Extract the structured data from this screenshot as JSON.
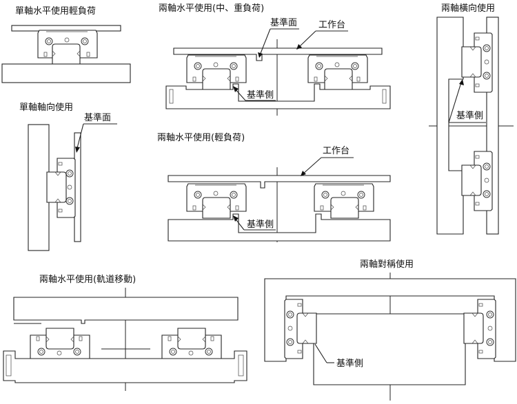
{
  "diagrams": [
    {
      "id": "single-horizontal-light",
      "title": "單軸水平使用輕負荷",
      "labels": []
    },
    {
      "id": "dual-horizontal-medium-heavy",
      "title": "兩軸水平使用(中、重負荷)",
      "labels": [
        "基準面",
        "工作台",
        "基準側"
      ]
    },
    {
      "id": "dual-lateral",
      "title": "兩軸橫向使用",
      "labels": [
        "基準側"
      ]
    },
    {
      "id": "single-axial",
      "title": "單軸軸向使用",
      "labels": [
        "基準面"
      ]
    },
    {
      "id": "dual-horizontal-light",
      "title": "兩軸水平使用(輕負荷)",
      "labels": [
        "工作台",
        "基準側"
      ]
    },
    {
      "id": "dual-horizontal-rail-moving",
      "title": "兩軸水平使用(軌道移動)",
      "labels": []
    },
    {
      "id": "dual-symmetric",
      "title": "兩軸對稱使用",
      "labels": [
        "基準側"
      ]
    }
  ],
  "colors": {
    "line": "#222222",
    "background": "#ffffff"
  }
}
